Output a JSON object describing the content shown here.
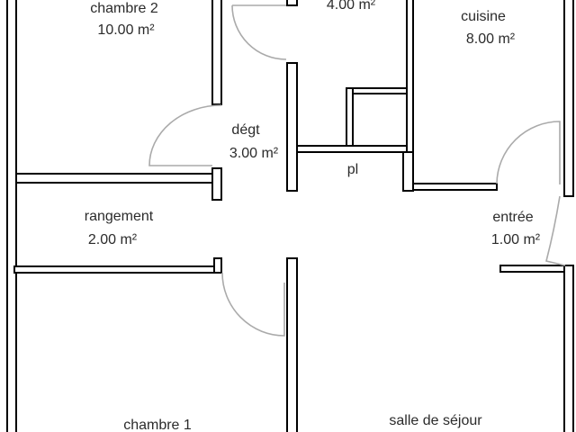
{
  "rooms": {
    "chambre2": {
      "name": "chambre 2",
      "area": "10.00 m²"
    },
    "wc": {
      "area": "4.00 m²"
    },
    "cuisine": {
      "name": "cuisine",
      "area": "8.00 m²"
    },
    "degt": {
      "name": "dégt",
      "area": "3.00 m²"
    },
    "pl": {
      "name": "pl"
    },
    "rangement": {
      "name": "rangement",
      "area": "2.00 m²"
    },
    "entree": {
      "name": "entrée",
      "area": "1.00 m²"
    },
    "chambre1": {
      "name": "chambre 1"
    },
    "sejour": {
      "name": "salle de séjour"
    }
  }
}
